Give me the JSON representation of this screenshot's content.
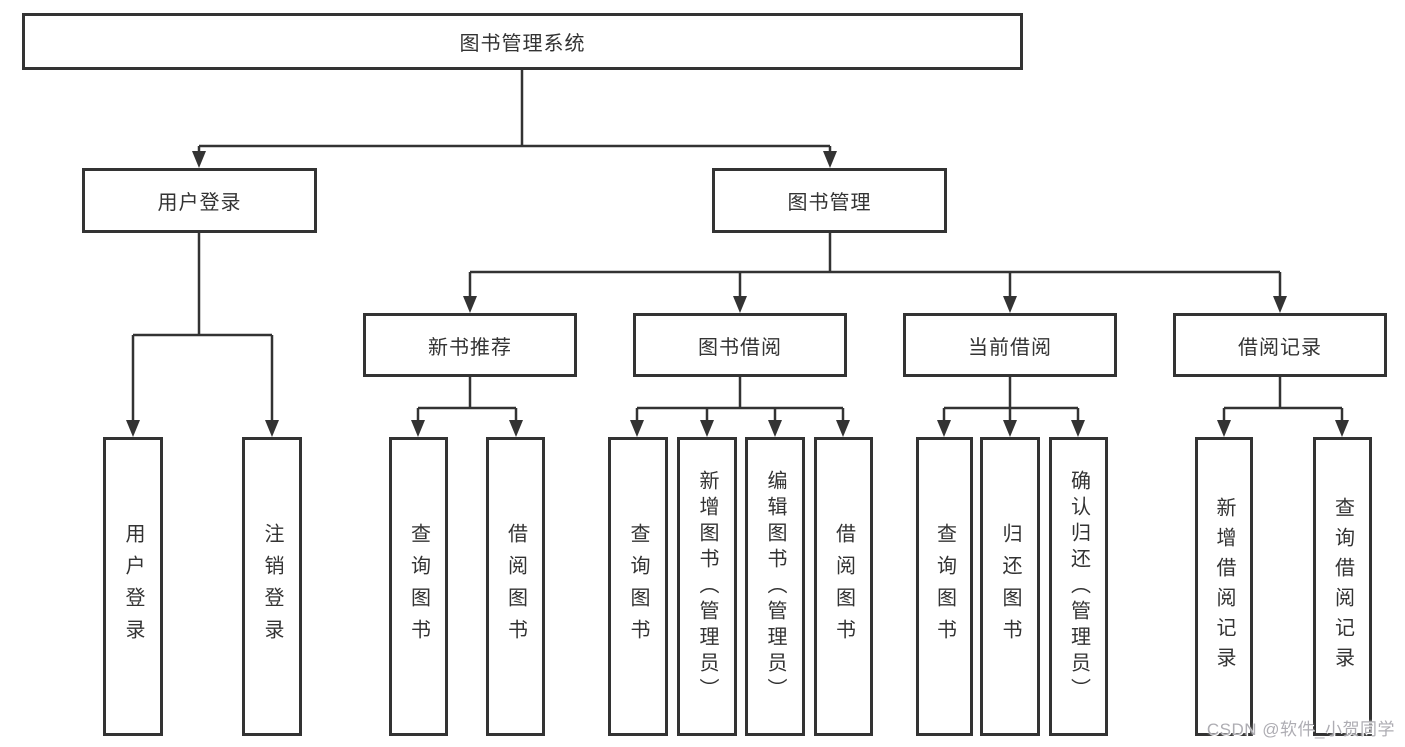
{
  "tree": {
    "root": {
      "label": "图书管理系统"
    },
    "branches": [
      {
        "label": "用户登录",
        "leaves": [
          {
            "label": "用户登录"
          },
          {
            "label": "注销登录"
          }
        ]
      },
      {
        "label": "图书管理",
        "groups": [
          {
            "label": "新书推荐",
            "leaves": [
              {
                "label": "查询图书"
              },
              {
                "label": "借阅图书"
              }
            ]
          },
          {
            "label": "图书借阅",
            "leaves": [
              {
                "label": "查询图书"
              },
              {
                "label": "新增图书（管理员）"
              },
              {
                "label": "编辑图书（管理员）"
              },
              {
                "label": "借阅图书"
              }
            ]
          },
          {
            "label": "当前借阅",
            "leaves": [
              {
                "label": "查询图书"
              },
              {
                "label": "归还图书"
              },
              {
                "label": "确认归还（管理员）"
              }
            ]
          },
          {
            "label": "借阅记录",
            "leaves": [
              {
                "label": "新增借阅记录"
              },
              {
                "label": "查询借阅记录"
              }
            ]
          }
        ]
      }
    ]
  },
  "watermark": {
    "text": "CSDN @软件_小贺同学"
  },
  "colors": {
    "line": "#333333",
    "text": "#333333",
    "box_background": "#ffffff",
    "watermark": "#aeadb3"
  }
}
